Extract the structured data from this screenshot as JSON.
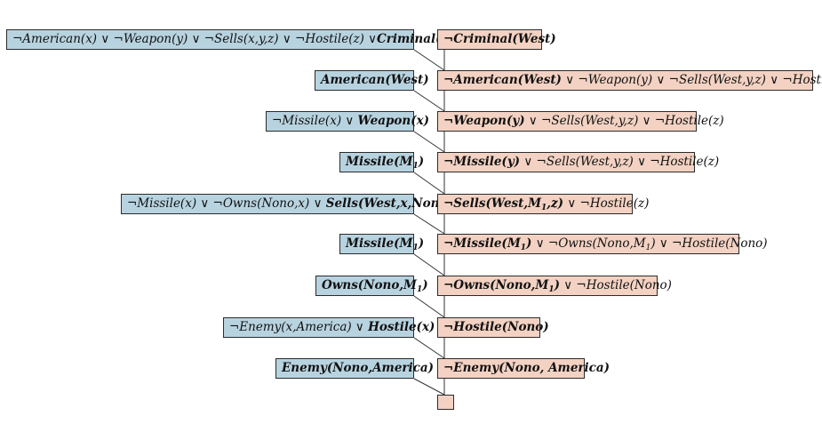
{
  "left_clauses": [
    [
      {
        "t": "¬American(x) ∨ ¬Weapon(y) ∨ ¬Sells(x,y,z) ∨ ¬Hostile(z) ∨"
      },
      {
        "t": "Criminal(x)",
        "b": true
      }
    ],
    [
      {
        "t": "American(West)",
        "b": true
      }
    ],
    [
      {
        "t": "¬Missile(x) ∨ "
      },
      {
        "t": "Weapon(x)",
        "b": true
      }
    ],
    [
      {
        "t": "Missile(M",
        "b": true
      },
      {
        "t": "1",
        "b": true,
        "sub": true
      },
      {
        "t": ")",
        "b": true
      }
    ],
    [
      {
        "t": "¬Missile(x) ∨ ¬Owns(Nono,x) ∨ "
      },
      {
        "t": "Sells(West,x,Nono)",
        "b": true
      }
    ],
    [
      {
        "t": "Missile(M",
        "b": true
      },
      {
        "t": "1",
        "b": true,
        "sub": true
      },
      {
        "t": ")",
        "b": true
      }
    ],
    [
      {
        "t": "Owns(Nono,M",
        "b": true
      },
      {
        "t": "1",
        "b": true,
        "sub": true
      },
      {
        "t": ")",
        "b": true
      }
    ],
    [
      {
        "t": "¬Enemy(x,America) ∨ "
      },
      {
        "t": "Hostile(x)",
        "b": true
      }
    ],
    [
      {
        "t": "Enemy(Nono,America)",
        "b": true
      }
    ]
  ],
  "right_clauses": [
    [
      {
        "t": "¬Criminal(West)",
        "b": true
      }
    ],
    [
      {
        "t": "¬American(West)",
        "b": true
      },
      {
        "t": " ∨ ¬Weapon(y) ∨ ¬Sells(West,y,z) ∨ ¬Hostile(z)"
      }
    ],
    [
      {
        "t": "¬Weapon(y)",
        "b": true
      },
      {
        "t": " ∨ ¬Sells(West,y,z) ∨ ¬Hostile(z)"
      }
    ],
    [
      {
        "t": "¬Missile(y)",
        "b": true
      },
      {
        "t": " ∨ ¬Sells(West,y,z) ∨ ¬Hostile(z)"
      }
    ],
    [
      {
        "t": "¬Sells(West,M",
        "b": true
      },
      {
        "t": "1",
        "b": true,
        "sub": true
      },
      {
        "t": ",z)",
        "b": true
      },
      {
        "t": " ∨ ¬Hostile(z)"
      }
    ],
    [
      {
        "t": "¬Missile(M",
        "b": true
      },
      {
        "t": "1",
        "b": true,
        "sub": true
      },
      {
        "t": ")",
        "b": true
      },
      {
        "t": " ∨ ¬Owns(Nono,M"
      },
      {
        "t": "1",
        "sub": true
      },
      {
        "t": ") ∨ ¬Hostile(Nono)"
      }
    ],
    [
      {
        "t": "¬Owns(Nono,M",
        "b": true
      },
      {
        "t": "1",
        "b": true,
        "sub": true
      },
      {
        "t": ")",
        "b": true
      },
      {
        "t": " ∨ ¬Hostile(Nono)"
      }
    ],
    [
      {
        "t": "¬Hostile(Nono)",
        "b": true
      }
    ],
    [
      {
        "t": "¬Enemy(Nono, America)",
        "b": true
      }
    ],
    [
      {
        "t": ""
      }
    ]
  ],
  "colors": {
    "left_fill": "#b8d3e0",
    "right_fill": "#f3d2c3",
    "line": "#333333"
  }
}
